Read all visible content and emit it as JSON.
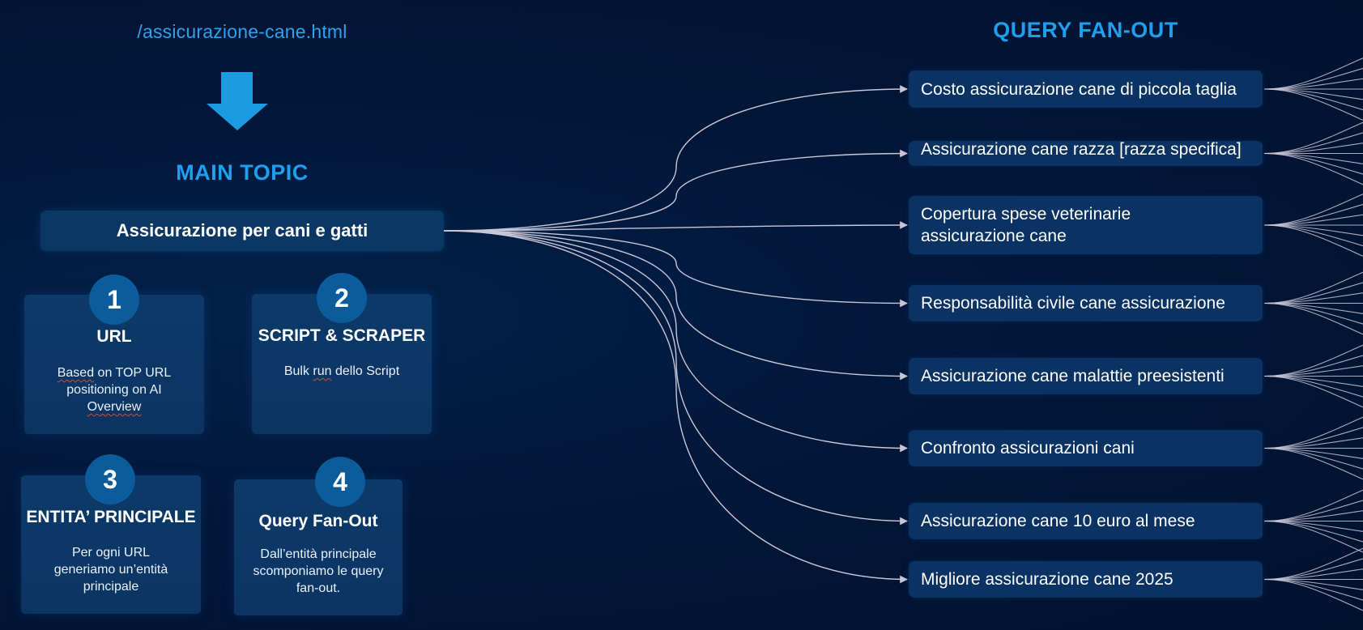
{
  "left_panel": {
    "url_path": "/assicurazione-cane.html",
    "arrow_icon": "down-arrow-icon",
    "main_topic_heading": "MAIN TOPIC",
    "main_topic": "Assicurazione per cani e gatti"
  },
  "steps": [
    {
      "number": "1",
      "title": "URL",
      "description_parts": [
        {
          "text": "Based",
          "flag": true
        },
        {
          "text": " on TOP URL positioning on AI ",
          "flag": false
        },
        {
          "text": "Overview",
          "flag": true
        }
      ]
    },
    {
      "number": "2",
      "title": "SCRIPT & SCRAPER",
      "description_parts": [
        {
          "text": "Bulk ",
          "flag": false
        },
        {
          "text": "run",
          "flag": true
        },
        {
          "text": " dello Script",
          "flag": false
        }
      ]
    },
    {
      "number": "3",
      "title": "ENTITA’ PRINCIPALE",
      "description_parts": [
        {
          "text": "Per ogni URL generiamo un’entità principale",
          "flag": false
        }
      ]
    },
    {
      "number": "4",
      "title": "Query Fan-Out",
      "description_parts": [
        {
          "text": "Dall’entità principale scomponiamo le query fan-out.",
          "flag": false
        }
      ]
    }
  ],
  "query_fanout": {
    "heading": "QUERY FAN-OUT",
    "queries": [
      "Costo assicurazione cane di piccola taglia",
      "Assicurazione cane razza [razza specifica]",
      "Copertura spese veterinarie assicurazione cane",
      "Responsabilità civile cane assicurazione",
      "Assicurazione cane malattie preesistenti",
      "Confronto assicurazioni cani",
      "Assicurazione cane 10 euro al mese",
      "Migliore assicurazione cane 2025"
    ]
  },
  "colors": {
    "background": "#01122f",
    "accent": "#1f9ff0",
    "box": "#0a3364",
    "step_circle": "#0c5c9c",
    "connector": "#c9c6d6",
    "spellcheck_underline": "#e0452b"
  }
}
